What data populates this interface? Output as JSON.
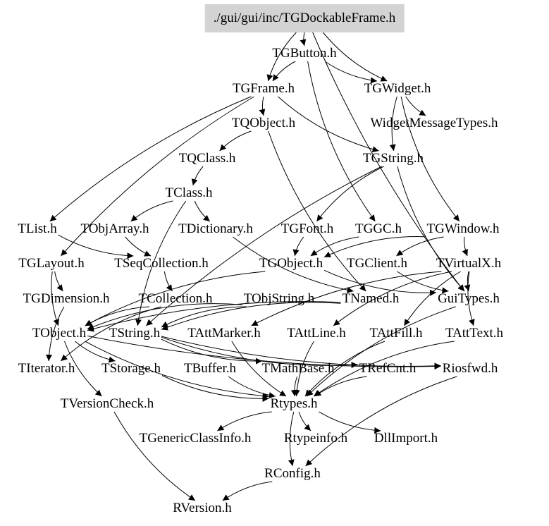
{
  "root": {
    "id": "root",
    "label": "./gui/gui/inc/TGDockableFrame.h"
  },
  "nodes": [
    {
      "id": "TGButton",
      "label": "TGButton.h"
    },
    {
      "id": "TGFrame",
      "label": "TGFrame.h"
    },
    {
      "id": "TGWidget",
      "label": "TGWidget.h"
    },
    {
      "id": "TQObject",
      "label": "TQObject.h"
    },
    {
      "id": "WidgetMessageTypes",
      "label": "WidgetMessageTypes.h"
    },
    {
      "id": "TQClass",
      "label": "TQClass.h"
    },
    {
      "id": "TGString",
      "label": "TGString.h"
    },
    {
      "id": "TClass",
      "label": "TClass.h"
    },
    {
      "id": "TList",
      "label": "TList.h"
    },
    {
      "id": "TObjArray",
      "label": "TObjArray.h"
    },
    {
      "id": "TDictionary",
      "label": "TDictionary.h"
    },
    {
      "id": "TGFont",
      "label": "TGFont.h"
    },
    {
      "id": "TGGC",
      "label": "TGGC.h"
    },
    {
      "id": "TGWindow",
      "label": "TGWindow.h"
    },
    {
      "id": "TGLayout",
      "label": "TGLayout.h"
    },
    {
      "id": "TSeqCollection",
      "label": "TSeqCollection.h"
    },
    {
      "id": "TGObject",
      "label": "TGObject.h"
    },
    {
      "id": "TGClient",
      "label": "TGClient.h"
    },
    {
      "id": "TVirtualX",
      "label": "TVirtualX.h"
    },
    {
      "id": "TGDimension",
      "label": "TGDimension.h"
    },
    {
      "id": "TCollection",
      "label": "TCollection.h"
    },
    {
      "id": "TObjString",
      "label": "TObjString.h"
    },
    {
      "id": "TNamed",
      "label": "TNamed.h"
    },
    {
      "id": "GuiTypes",
      "label": "GuiTypes.h"
    },
    {
      "id": "TObject",
      "label": "TObject.h"
    },
    {
      "id": "TString",
      "label": "TString.h"
    },
    {
      "id": "TAttMarker",
      "label": "TAttMarker.h"
    },
    {
      "id": "TAttLine",
      "label": "TAttLine.h"
    },
    {
      "id": "TAttFill",
      "label": "TAttFill.h"
    },
    {
      "id": "TAttText",
      "label": "TAttText.h"
    },
    {
      "id": "TIterator",
      "label": "TIterator.h"
    },
    {
      "id": "TStorage",
      "label": "TStorage.h"
    },
    {
      "id": "TBuffer",
      "label": "TBuffer.h"
    },
    {
      "id": "TMathBase",
      "label": "TMathBase.h"
    },
    {
      "id": "TRefCnt",
      "label": "TRefCnt.h"
    },
    {
      "id": "Riosfwd",
      "label": "Riosfwd.h"
    },
    {
      "id": "TVersionCheck",
      "label": "TVersionCheck.h"
    },
    {
      "id": "Rtypes",
      "label": "Rtypes.h"
    },
    {
      "id": "TGenericClassInfo",
      "label": "TGenericClassInfo.h"
    },
    {
      "id": "Rtypeinfo",
      "label": "Rtypeinfo.h"
    },
    {
      "id": "DllImport",
      "label": "DllImport.h"
    },
    {
      "id": "RConfig",
      "label": "RConfig.h"
    },
    {
      "id": "RVersion",
      "label": "RVersion.h"
    }
  ],
  "edges": [
    [
      "root",
      "TGButton"
    ],
    [
      "root",
      "TGFrame"
    ],
    [
      "root",
      "TGWidget"
    ],
    [
      "root",
      "GuiTypes"
    ],
    [
      "TGButton",
      "TGFrame"
    ],
    [
      "TGButton",
      "TGWidget"
    ],
    [
      "TGButton",
      "TGGC"
    ],
    [
      "TGFrame",
      "TQObject"
    ],
    [
      "TGFrame",
      "TList"
    ],
    [
      "TGFrame",
      "TGString"
    ],
    [
      "TGFrame",
      "TGLayout"
    ],
    [
      "TGWidget",
      "WidgetMessageTypes"
    ],
    [
      "TGWidget",
      "TGString"
    ],
    [
      "TGWidget",
      "TGWindow"
    ],
    [
      "TQObject",
      "TQClass"
    ],
    [
      "TQObject",
      "TNamed"
    ],
    [
      "TQClass",
      "TClass"
    ],
    [
      "TClass",
      "TObjArray"
    ],
    [
      "TClass",
      "TDictionary"
    ],
    [
      "TClass",
      "TString"
    ],
    [
      "TGString",
      "TString"
    ],
    [
      "TGString",
      "GuiTypes"
    ],
    [
      "TGString",
      "TGFont"
    ],
    [
      "TList",
      "TSeqCollection"
    ],
    [
      "TObjArray",
      "TSeqCollection"
    ],
    [
      "TDictionary",
      "TNamed"
    ],
    [
      "TGFont",
      "TGObject"
    ],
    [
      "TGGC",
      "TGObject"
    ],
    [
      "TGWindow",
      "TGObject"
    ],
    [
      "TGWindow",
      "TGClient"
    ],
    [
      "TGWindow",
      "TVirtualX"
    ],
    [
      "TGLayout",
      "TGDimension"
    ],
    [
      "TGLayout",
      "TObject"
    ],
    [
      "TSeqCollection",
      "TCollection"
    ],
    [
      "TGObject",
      "TObject"
    ],
    [
      "TGObject",
      "GuiTypes"
    ],
    [
      "TGClient",
      "GuiTypes"
    ],
    [
      "TVirtualX",
      "GuiTypes"
    ],
    [
      "TVirtualX",
      "TAttLine"
    ],
    [
      "TVirtualX",
      "TAttFill"
    ],
    [
      "TVirtualX",
      "TAttText"
    ],
    [
      "TVirtualX",
      "TAttMarker"
    ],
    [
      "TGDimension",
      "TIterator"
    ],
    [
      "TCollection",
      "TObject"
    ],
    [
      "TCollection",
      "TIterator"
    ],
    [
      "TObjString",
      "TString"
    ],
    [
      "TObjString",
      "TObject"
    ],
    [
      "TNamed",
      "TObject"
    ],
    [
      "TNamed",
      "TString"
    ],
    [
      "GuiTypes",
      "Rtypes"
    ],
    [
      "TObject",
      "TStorage"
    ],
    [
      "TObject",
      "Rtypes"
    ],
    [
      "TObject",
      "TVersionCheck"
    ],
    [
      "TObject",
      "Riosfwd"
    ],
    [
      "TString",
      "TRefCnt"
    ],
    [
      "TString",
      "TMathBase"
    ],
    [
      "TString",
      "Riosfwd"
    ],
    [
      "TAttMarker",
      "Rtypes"
    ],
    [
      "TAttLine",
      "Rtypes"
    ],
    [
      "TAttFill",
      "Rtypes"
    ],
    [
      "TAttText",
      "Rtypes"
    ],
    [
      "TStorage",
      "Rtypes"
    ],
    [
      "TBuffer",
      "Rtypes"
    ],
    [
      "TMathBase",
      "Rtypes"
    ],
    [
      "TRefCnt",
      "Rtypes"
    ],
    [
      "Riosfwd",
      "RConfig"
    ],
    [
      "TVersionCheck",
      "RVersion"
    ],
    [
      "Rtypes",
      "TGenericClassInfo"
    ],
    [
      "Rtypes",
      "Rtypeinfo"
    ],
    [
      "Rtypes",
      "DllImport"
    ],
    [
      "Rtypes",
      "RConfig"
    ],
    [
      "RConfig",
      "RVersion"
    ]
  ]
}
